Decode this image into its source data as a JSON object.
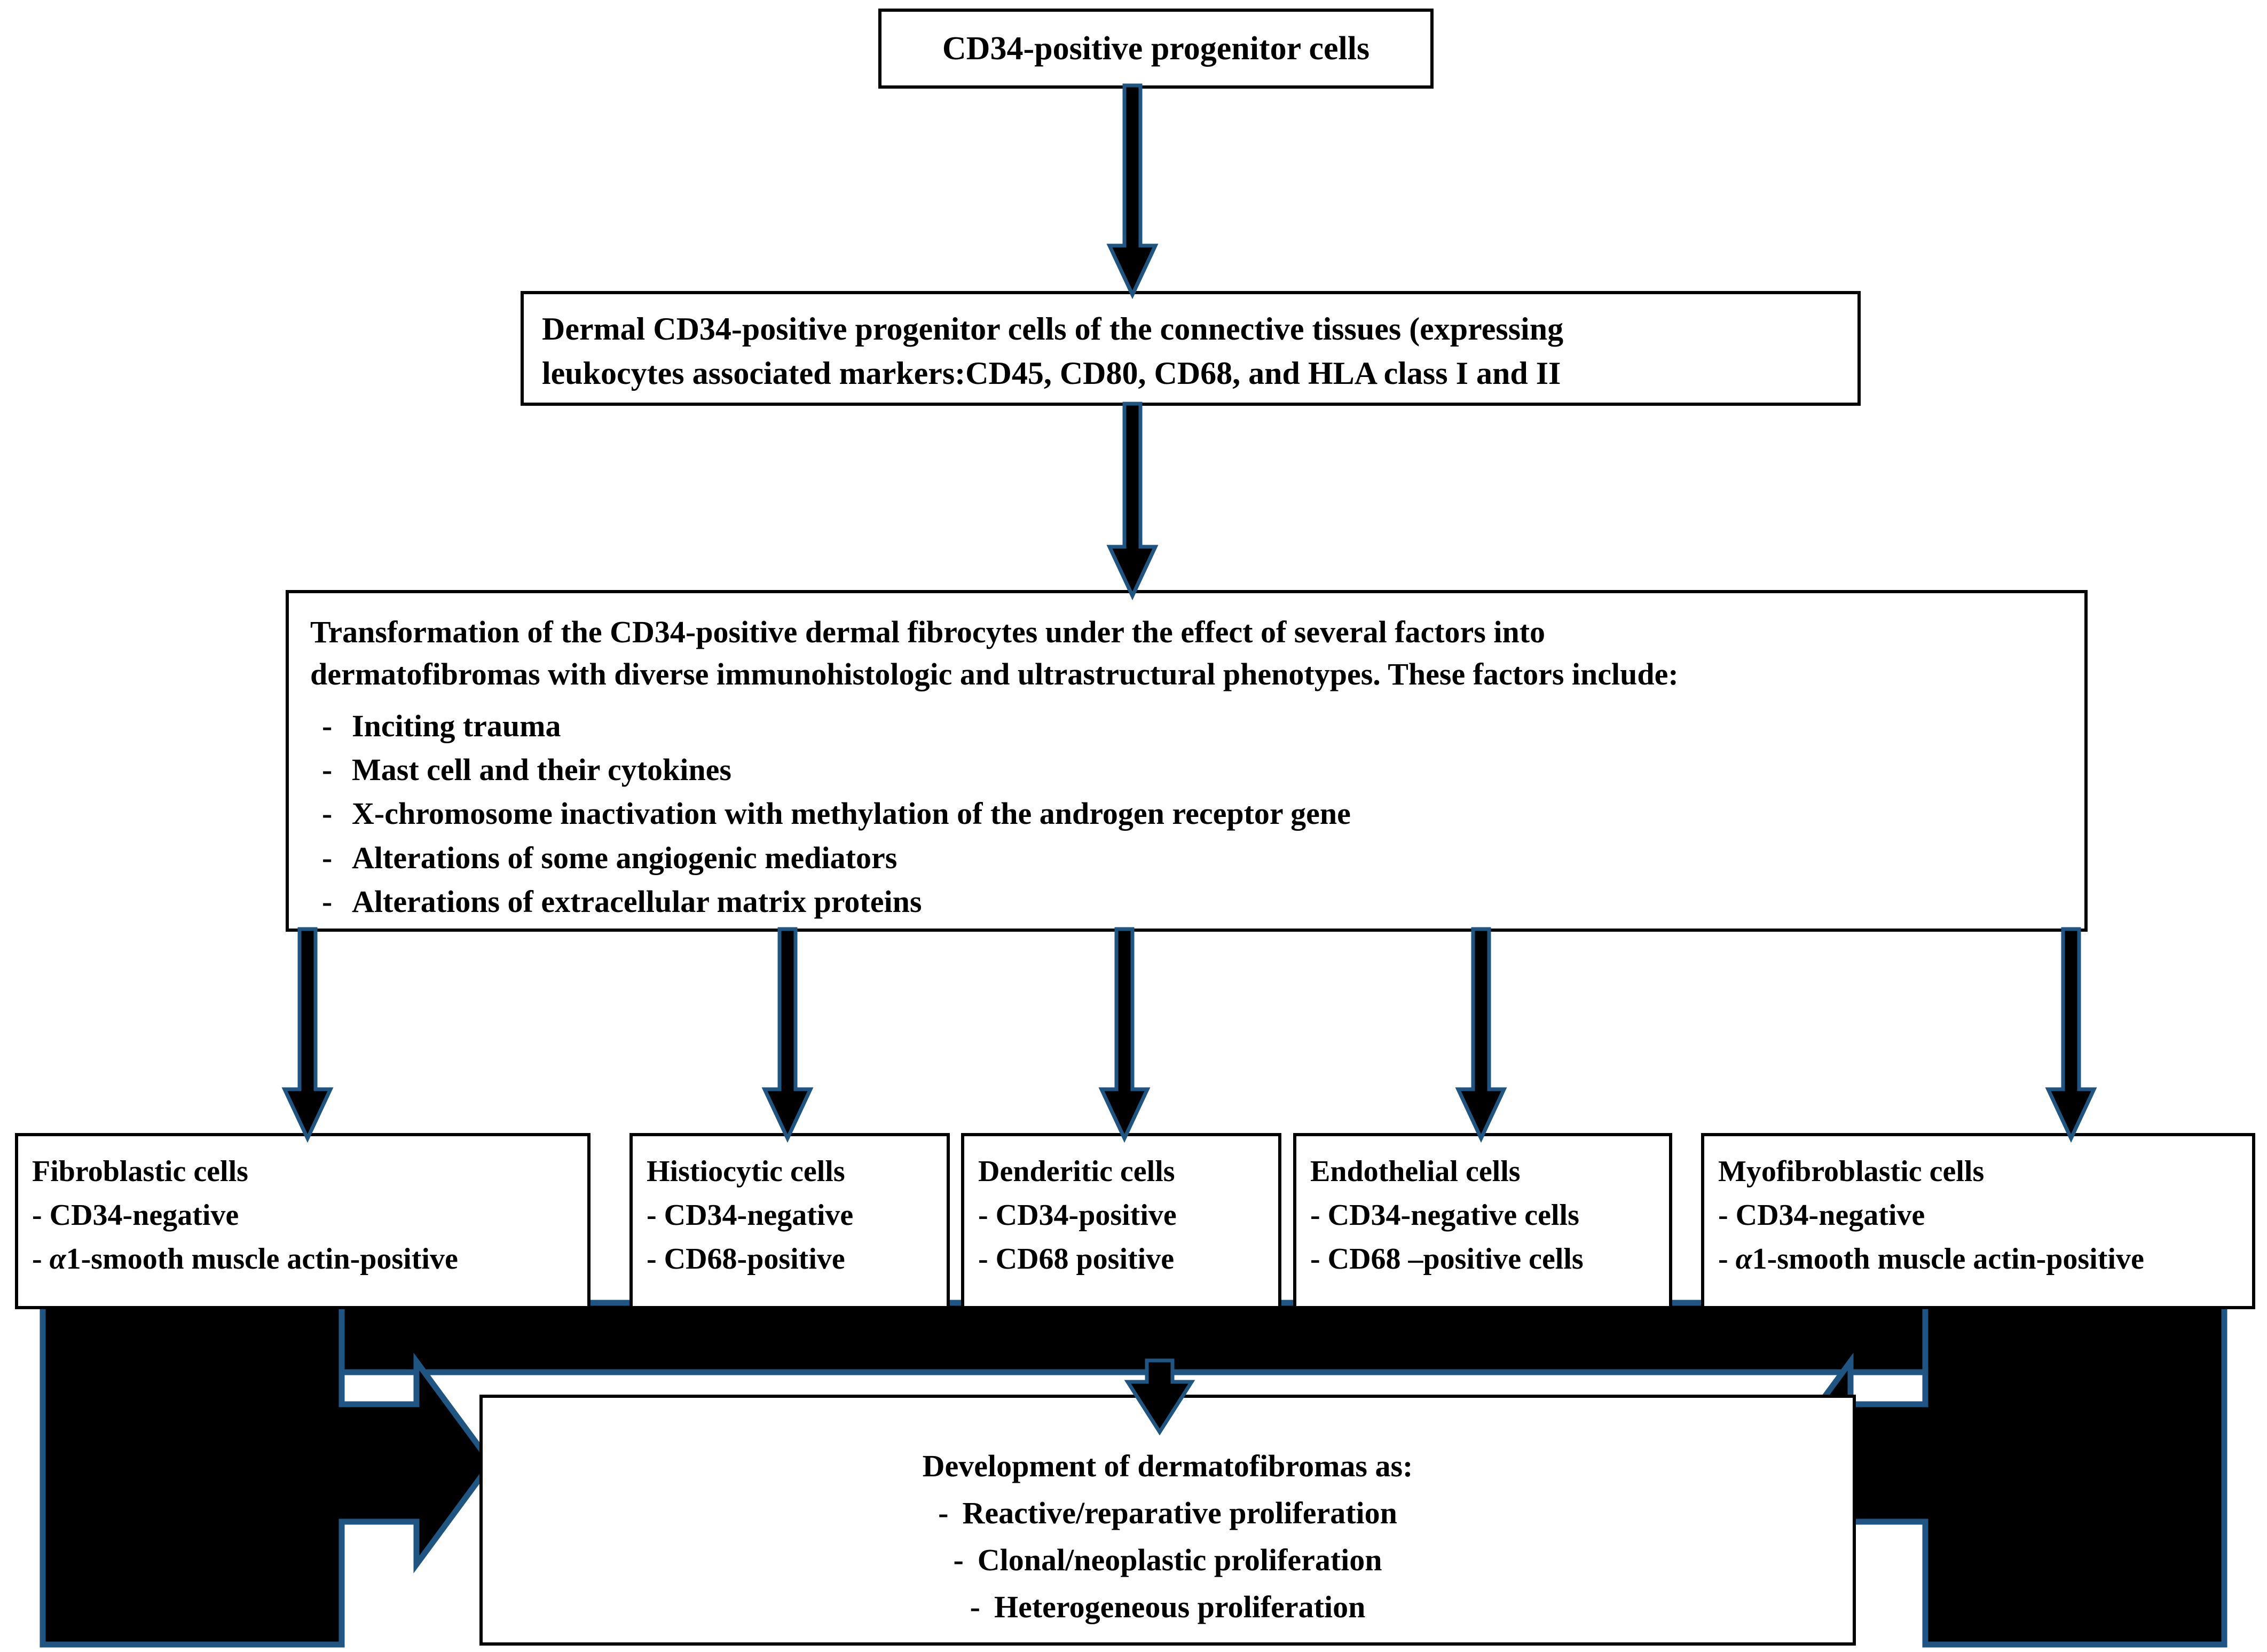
{
  "diagram": {
    "title_box": {
      "label": "CD34-positive progenitor  cells"
    },
    "dermal_box": {
      "line1": "Dermal CD34-positive progenitor  cells of the connective tissues (expressing",
      "line2": "leukocytes associated markers:CD45,  CD80, CD68, and HLA class I and II"
    },
    "transformation_box": {
      "line1": "Transformation  of the CD34-positive dermal  fibrocytes under  the effect of several factors into",
      "line2": "dermatofibromas with diverse immunohistologic  and ultrastructural  phenotypes. These factors include:",
      "bullet_marker": "-",
      "factors": [
        "Inciting trauma",
        "Mast cell and their cytokines",
        "X-chromosome  inactivation with methylation  of the androgen  receptor gene",
        "Alterations of some angiogenic mediators",
        "Alterations of extracellular matrix proteins"
      ]
    },
    "cell_boxes": [
      {
        "title": "Fibroblastic cells",
        "items": [
          {
            "dash": "-",
            "text": "CD34-negative",
            "italic_prefix": ""
          },
          {
            "dash": "-",
            "text": "1-smooth muscle actin-positive",
            "italic_prefix": "α"
          }
        ]
      },
      {
        "title": "Histiocytic cells",
        "items": [
          {
            "dash": "-",
            "text": "CD34-negative",
            "italic_prefix": ""
          },
          {
            "dash": "-",
            "text": "CD68-positive",
            "italic_prefix": ""
          }
        ]
      },
      {
        "title": "Denderitic cells",
        "items": [
          {
            "dash": "-",
            "text": "CD34-positive",
            "italic_prefix": ""
          },
          {
            "dash": "-",
            "text": "CD68 positive",
            "italic_prefix": ""
          }
        ]
      },
      {
        "title": "Endothelial cells",
        "items": [
          {
            "dash": "-",
            "text": "CD34-negative cells",
            "italic_prefix": ""
          },
          {
            "dash": "-",
            "text": "CD68 –positive cells",
            "italic_prefix": ""
          }
        ]
      },
      {
        "title": "Myofibroblastic cells",
        "items": [
          {
            "dash": "-",
            "text": "CD34-negative",
            "italic_prefix": ""
          },
          {
            "dash": "-",
            "text": "1-smooth muscle actin-positive",
            "italic_prefix": "α"
          }
        ]
      }
    ],
    "development_box": {
      "heading": "Development of dermatofibromas  as:",
      "bullet_marker": "-",
      "items": [
        "Reactive/reparative proliferation",
        "Clonal/neoplastic  proliferation",
        "Heterogeneous  proliferation"
      ]
    },
    "colors": {
      "arrow_fill": "#000000",
      "arrow_outline": "#1F5582",
      "box_border": "#000000",
      "background": "#FFFFFF",
      "text": "#000000"
    }
  }
}
